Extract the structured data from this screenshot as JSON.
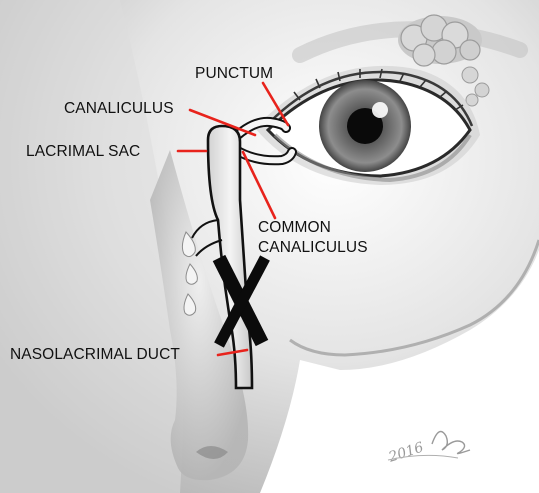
{
  "labels": {
    "punctum": "PUNCTUM",
    "canaliculus": "CANALICULUS",
    "lacrimal_sac": "LACRIMAL SAC",
    "common_canaliculus_line1": "COMMON",
    "common_canaliculus_line2": "CANALICULUS",
    "nasolacrimal_duct": "NASOLACRIMAL DUCT"
  },
  "signature": {
    "year": "2016"
  },
  "colors": {
    "leader_line": "#e8231c",
    "outline": "#111111",
    "blockage_x": "#0b0b0b",
    "skin_shade": "#cfcfcf",
    "tear_drop": "#f2f2f2"
  },
  "icons": {
    "blockage": "x-mark-blockage",
    "tears": "tear-drops"
  }
}
